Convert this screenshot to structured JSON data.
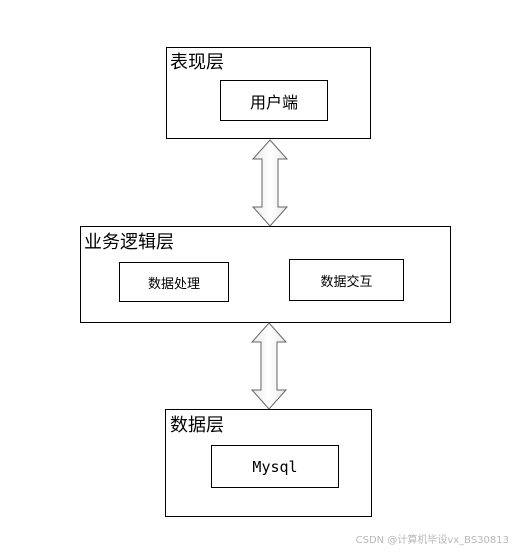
{
  "diagram": {
    "presentation_layer": {
      "title": "表现层",
      "components": [
        "用户端"
      ]
    },
    "business_layer": {
      "title": "业务逻辑层",
      "components": [
        "数据处理",
        "数据交互"
      ]
    },
    "data_layer": {
      "title": "数据层",
      "components": [
        "Mysql"
      ]
    },
    "connectors": [
      {
        "from": "表现层",
        "to": "业务逻辑层",
        "type": "bidirectional-arrow"
      },
      {
        "from": "业务逻辑层",
        "to": "数据层",
        "type": "bidirectional-arrow"
      }
    ]
  },
  "watermark": "CSDN @计算机毕设vx_BS30813"
}
